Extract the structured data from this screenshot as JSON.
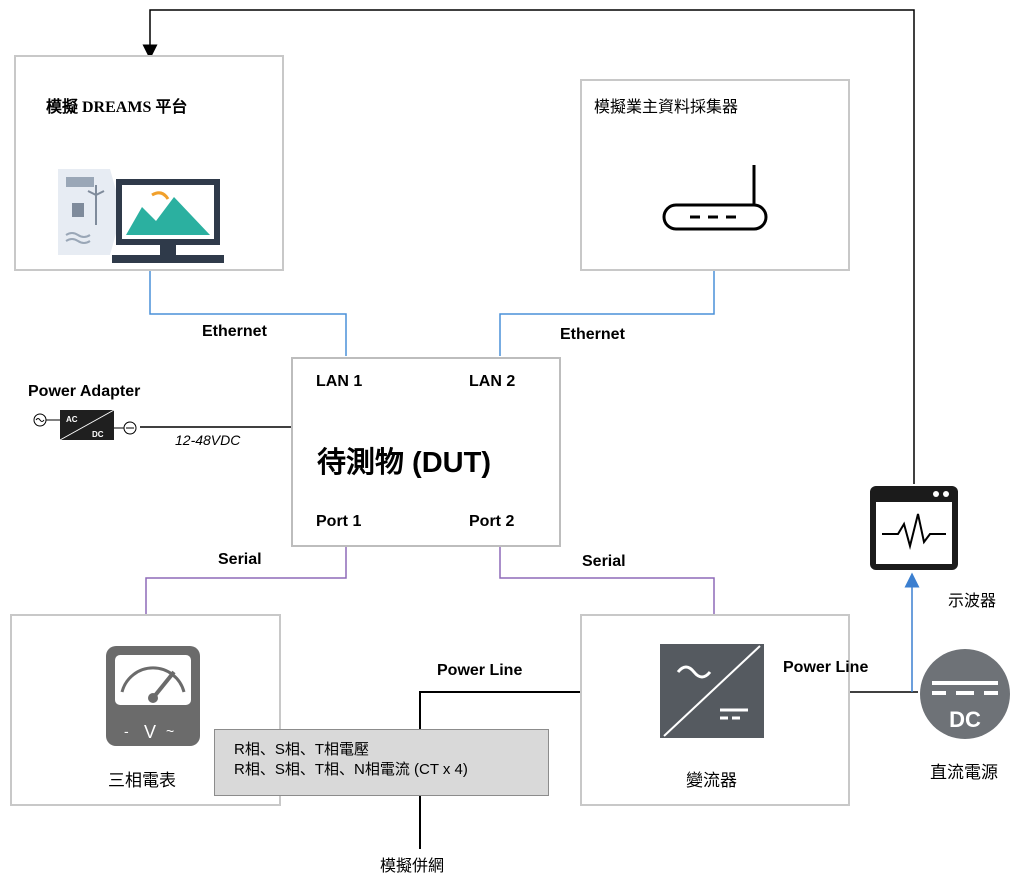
{
  "nodes": {
    "dreams": {
      "label": "模擬 DREAMS 平台"
    },
    "collector": {
      "label": "模擬業主資料採集器"
    },
    "dut": {
      "title": "待測物 (DUT)",
      "lan1": "LAN 1",
      "lan2": "LAN 2",
      "port1": "Port 1",
      "port2": "Port 2"
    },
    "meter": {
      "label": "三相電表"
    },
    "inverter": {
      "label": "變流器"
    },
    "oscilloscope": {
      "label": "示波器"
    },
    "dc_source": {
      "label": "直流電源",
      "badge": "DC"
    },
    "adapter": {
      "label": "Power Adapter",
      "voltage": "12-48VDC",
      "ac": "AC",
      "dc": "DC"
    },
    "grid": {
      "label": "模擬併網"
    }
  },
  "links": {
    "ethernet_left": "Ethernet",
    "ethernet_right": "Ethernet",
    "serial_left": "Serial",
    "serial_right": "Serial",
    "power_line_left": "Power Line",
    "power_line_right": "Power Line"
  },
  "measurements": {
    "line1": "R相、S相、T相電壓",
    "line2": "R相、S相、T相、N相電流 (CT x 4)"
  },
  "colors": {
    "ethernet": "#4a90d9",
    "serial": "#8e6ab8",
    "power": "#000000",
    "box_border": "#c8c8c8",
    "measurement_bg": "#d9d9d9"
  },
  "icons": [
    "renewable-energy-icon",
    "monitor-chart-icon",
    "router-icon",
    "analog-meter-icon",
    "inverter-icon",
    "oscilloscope-icon",
    "dc-source-icon",
    "ac-dc-adapter-icon"
  ]
}
